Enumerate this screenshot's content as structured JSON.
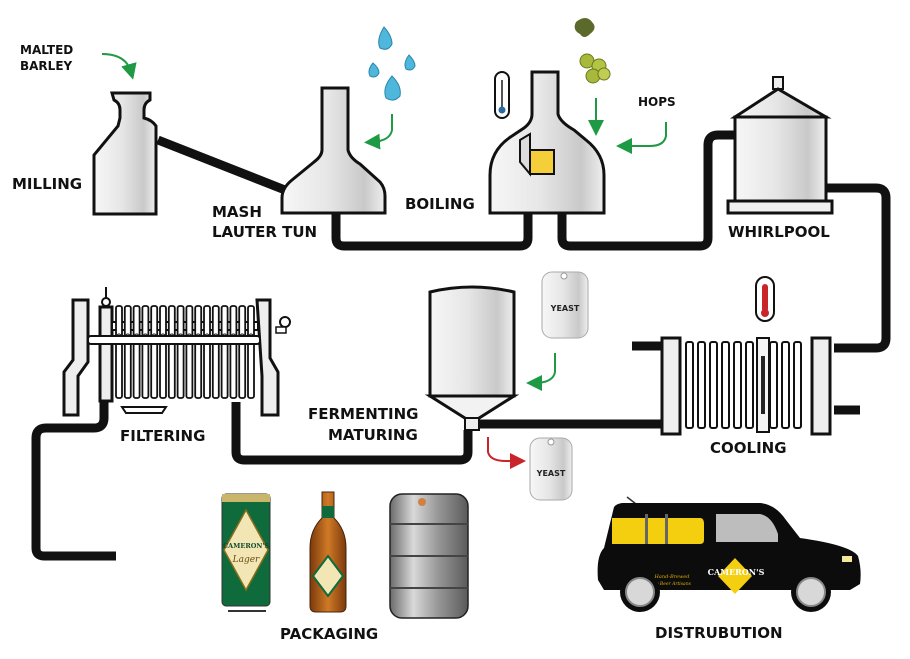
{
  "title": "Beer brewing process",
  "colors": {
    "pipe": "#111111",
    "arrow_green": "#1f9a44",
    "arrow_red": "#c8242a",
    "water": "#4fb7dc",
    "hops": "#a8b83a",
    "hot_indicator": "#c8242a",
    "cold_indicator": "#2a6aa0",
    "hatch": "#f5cf3a",
    "can_green": "#0f6a3c",
    "bottle_amber": "#b7651c",
    "van_body": "#0c0c0c",
    "van_accent": "#f4cf10"
  },
  "inputs": {
    "malted_barley": "MALTED\nBARLEY",
    "malted_barley_line1": "MALTED",
    "malted_barley_line2": "BARLEY",
    "hops": "HOPS",
    "yeast_in": "YEAST",
    "yeast_out": "YEAST"
  },
  "stages": [
    {
      "id": "milling",
      "label": "MILLING",
      "icon": "mill-icon"
    },
    {
      "id": "mash",
      "label_line1": "MASH",
      "label_line2": "LAUTER TUN",
      "icon": "mash-tun-icon"
    },
    {
      "id": "boiling",
      "label": "BOILING",
      "icon": "boil-kettle-icon"
    },
    {
      "id": "whirlpool",
      "label": "WHIRLPOOL",
      "icon": "whirlpool-tank-icon"
    },
    {
      "id": "cooling",
      "label": "COOLING",
      "icon": "heat-exchanger-icon"
    },
    {
      "id": "fermenting",
      "label_line1": "FERMENTING",
      "label_line2": "MATURING",
      "icon": "fermenter-icon"
    },
    {
      "id": "filtering",
      "label": "FILTERING",
      "icon": "filter-press-icon"
    },
    {
      "id": "packaging",
      "label": "PACKAGING",
      "icon": "packaging-icon"
    },
    {
      "id": "distribution",
      "label": "DISTRUBUTION",
      "icon": "delivery-van-icon"
    }
  ],
  "packaging_items": [
    "can",
    "bottle",
    "keg"
  ],
  "brand": {
    "name": "CAMERON'S",
    "can_sub": "Lager",
    "van_tag1": "Hand-Brewed",
    "van_tag2": "by Beer Artisans"
  }
}
